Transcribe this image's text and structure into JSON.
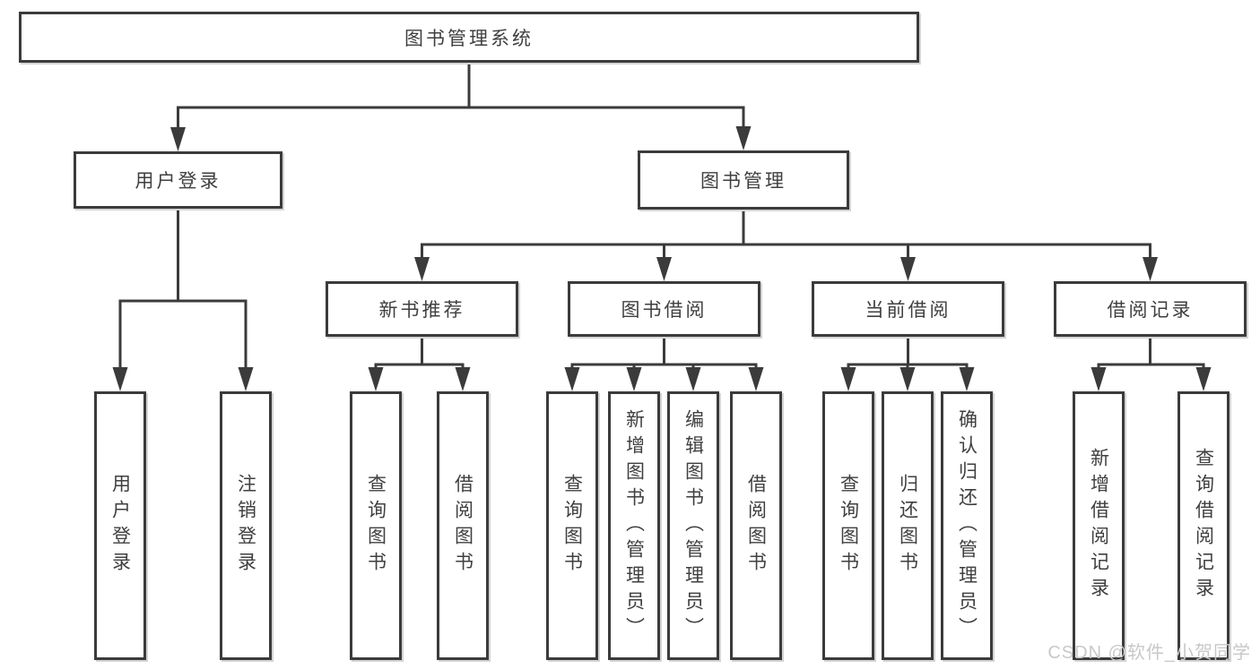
{
  "diagram": {
    "root_label": "图书管理系统",
    "branches": {
      "user_login": {
        "label": "用户登录",
        "children": [
          "用户登录",
          "注销登录"
        ]
      },
      "book_mgmt": {
        "label": "图书管理"
      }
    },
    "modules": [
      {
        "label": "新书推荐",
        "children": [
          "查询图书",
          "借阅图书"
        ]
      },
      {
        "label": "图书借阅",
        "children": [
          "查询图书",
          "新增图书（管理员）",
          "编辑图书（管理员）",
          "借阅图书"
        ]
      },
      {
        "label": "当前借阅",
        "children": [
          "查询图书",
          "归还图书",
          "确认归还（管理员）"
        ]
      },
      {
        "label": "借阅记录",
        "children": [
          "新增借阅记录",
          "查询借阅记录"
        ]
      }
    ],
    "watermark": "CSDN @软件_小贺同学"
  },
  "colors": {
    "line": "#3b3b3b",
    "text": "#3f3f3f",
    "box_background": "#ffffff",
    "watermark": "#c8c8c8"
  }
}
